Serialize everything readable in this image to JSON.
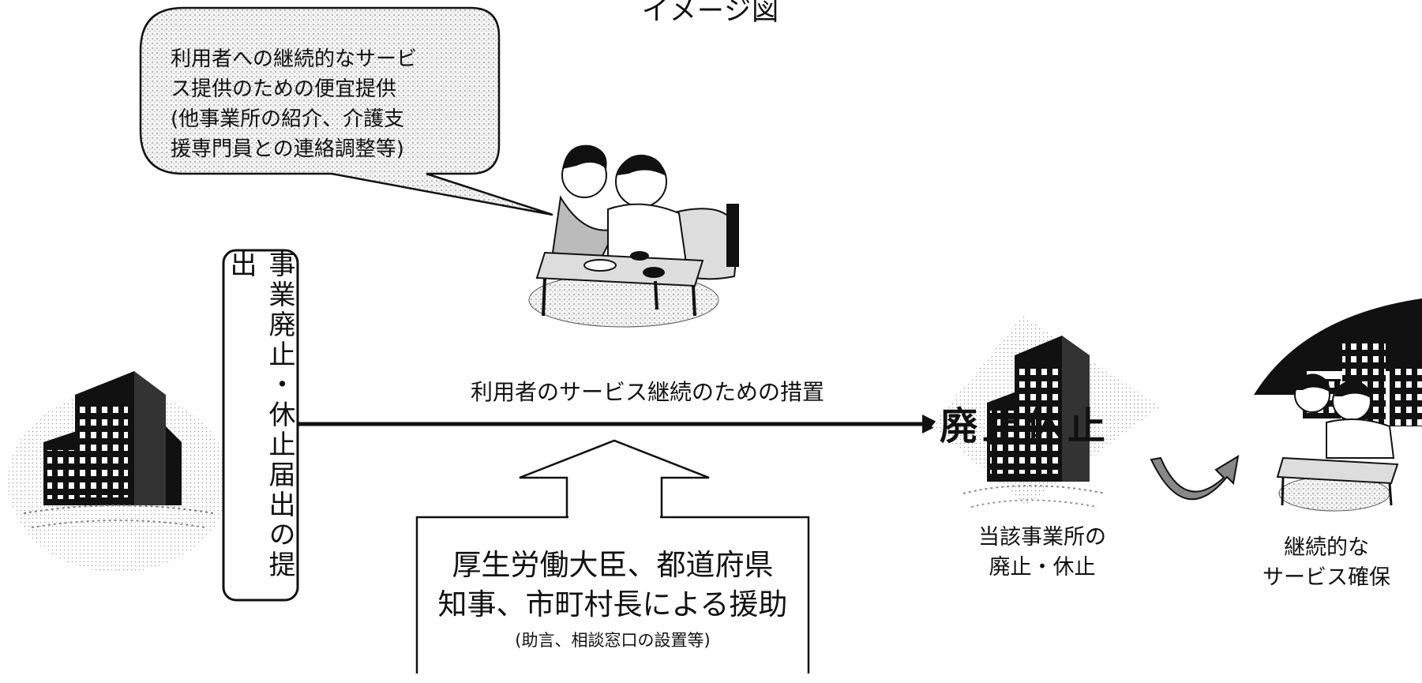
{
  "title": "イメージ図",
  "bubble": {
    "lines": [
      "利用者への継続的なサービ",
      "ス提供のための便宜提供",
      "(他事業所の紹介、介護支",
      "援専門員との連絡調整等)"
    ]
  },
  "vertical_label": "事業廃止・休止届出の提出",
  "arrow_label": "利用者のサービス継続のための措置",
  "aid_box": {
    "lines": [
      "厚生労働大臣、都道府県",
      "知事、市町村長による援助"
    ],
    "note": "(助言、相談窓口の設置等)"
  },
  "closure_overlay": "廃止休止",
  "caption_closed": {
    "lines": [
      "当該事業所の",
      "廃止・休止"
    ]
  },
  "caption_continued": {
    "lines": [
      "継続的な",
      "サービス確保"
    ]
  }
}
